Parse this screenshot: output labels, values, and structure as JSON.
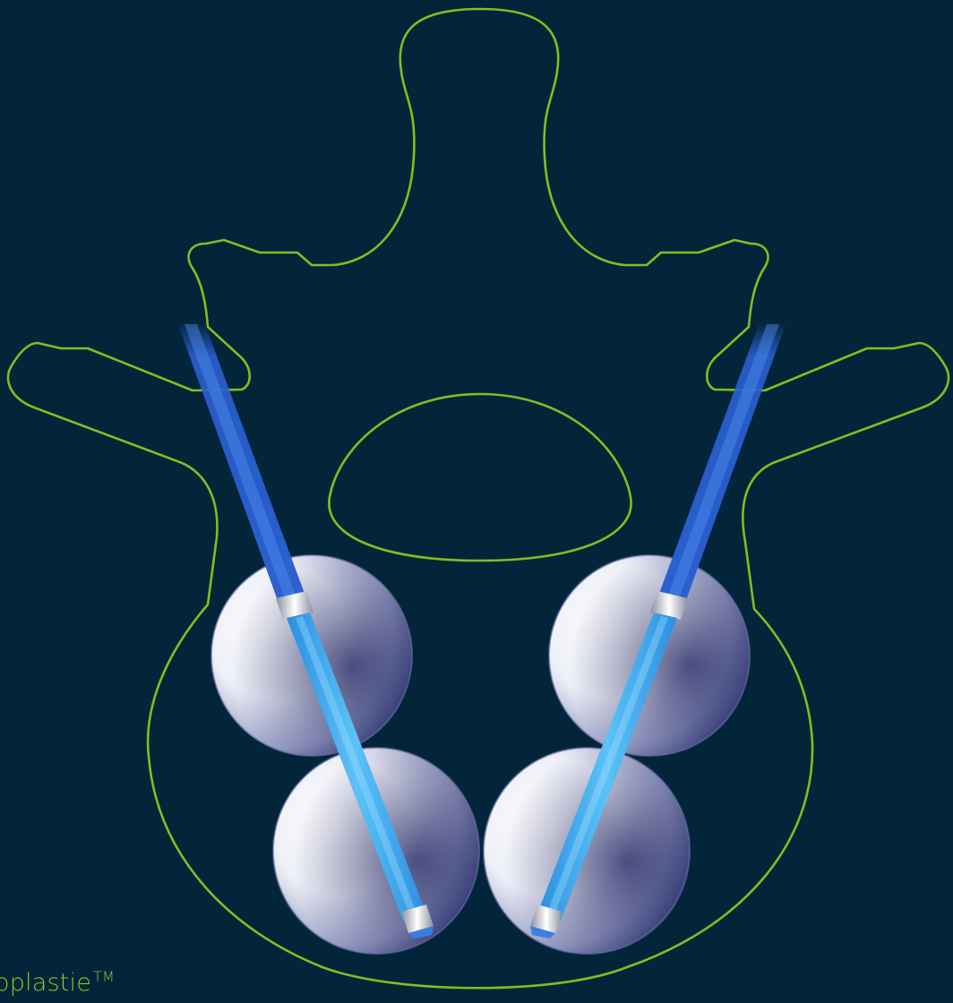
{
  "colors": {
    "background": "#03253a",
    "outline": "#7cc11f",
    "shaft": "#2f6fd6",
    "shaft_highlight": "#4fb0f2",
    "balloon": "#ffffff"
  },
  "illustration": {
    "subject": "vertebra-outline-with-bilateral-balloon-catheters",
    "icon": "vertebra-icon"
  },
  "caption": {
    "text": "oplastie",
    "trademark": "TM"
  }
}
